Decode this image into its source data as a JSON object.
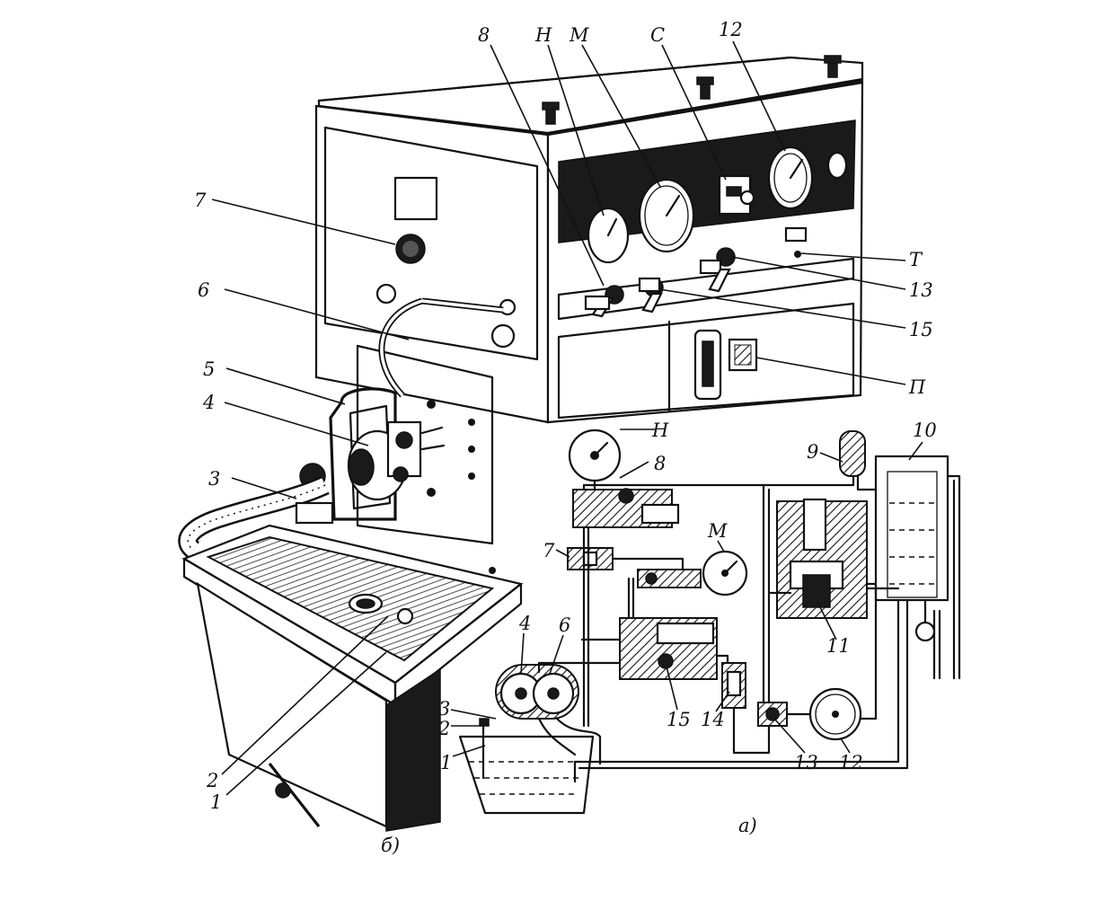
{
  "labels": {
    "top_8": "8",
    "top_n": "Н",
    "top_m": "М",
    "top_c": "С",
    "top_12": "12",
    "left_7": "7",
    "left_6": "6",
    "left_5": "5",
    "left_4": "4",
    "left_3": "3",
    "right_t": "Т",
    "right_13": "13",
    "right_15": "15",
    "right_p": "П",
    "bottom_2": "2",
    "bottom_1": "1",
    "caption_b": "б)",
    "s_n": "Н",
    "s_8": "8",
    "s_9": "9",
    "s_10": "10",
    "s_7": "7",
    "s_m": "М",
    "s_4": "4",
    "s_6": "6",
    "s_3": "3",
    "s_2": "2",
    "s_1": "1",
    "s_15": "15",
    "s_14": "14",
    "s_11": "11",
    "s_13": "13",
    "s_12": "12",
    "caption_a": "а)"
  }
}
